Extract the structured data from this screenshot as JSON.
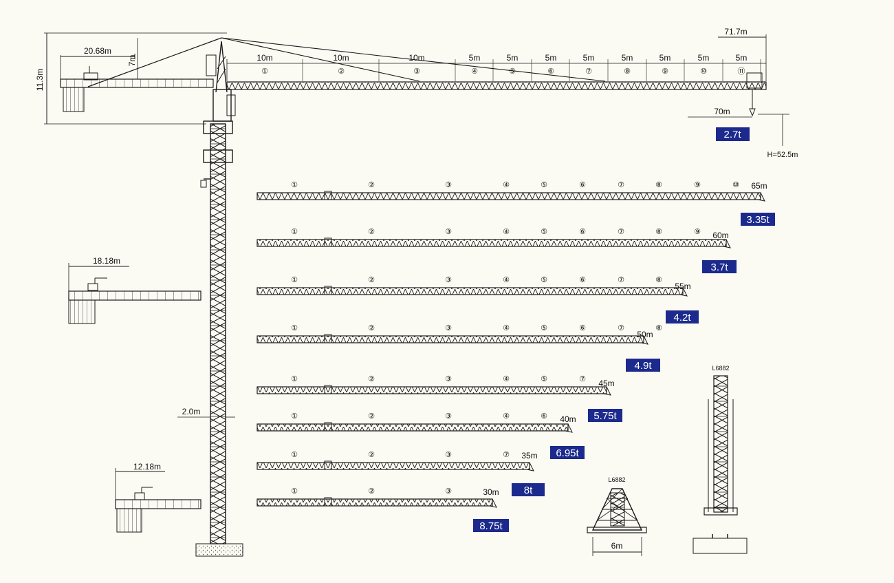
{
  "colors": {
    "background": "#fbfaf3",
    "line": "#1a1a1a",
    "badge": "#1b2a8c",
    "badge_text": "#ffffff"
  },
  "top_crane": {
    "height_label": "11.3m",
    "counter_jib_label": "20.68m",
    "tower_head_label": "7m",
    "max_jib_label": "71.7m",
    "segment_lengths": [
      "10m",
      "10m",
      "10m",
      "5m",
      "5m",
      "5m",
      "5m",
      "5m",
      "5m",
      "5m",
      "5m"
    ],
    "segment_numbers": [
      "①",
      "②",
      "③",
      "④",
      "⑤",
      "⑥",
      "⑦",
      "⑧",
      "⑨",
      "⑩",
      "⑪"
    ],
    "radius_label": "70m",
    "capacity": "2.7t",
    "hook_height_label": "H=52.5m"
  },
  "jib_configs": [
    {
      "length": "65m",
      "capacity": "3.35t",
      "segments": [
        "①",
        "②",
        "③",
        "④",
        "⑤",
        "⑥",
        "⑦",
        "⑧",
        "⑨",
        "⑩"
      ]
    },
    {
      "length": "60m",
      "capacity": "3.7t",
      "segments": [
        "①",
        "②",
        "③",
        "④",
        "⑤",
        "⑥",
        "⑦",
        "⑧",
        "⑨"
      ]
    },
    {
      "length": "55m",
      "capacity": "4.2t",
      "segments": [
        "①",
        "②",
        "③",
        "④",
        "⑤",
        "⑥",
        "⑦",
        "⑧"
      ]
    },
    {
      "length": "50m",
      "capacity": "4.9t",
      "segments": [
        "①",
        "②",
        "③",
        "④",
        "⑤",
        "⑥",
        "⑦",
        "⑧"
      ]
    },
    {
      "length": "45m",
      "capacity": "5.75t",
      "segments": [
        "①",
        "②",
        "③",
        "④",
        "⑤",
        "⑦"
      ]
    },
    {
      "length": "40m",
      "capacity": "6.95t",
      "segments": [
        "①",
        "②",
        "③",
        "④",
        "⑥"
      ]
    },
    {
      "length": "35m",
      "capacity": "8t",
      "segments": [
        "①",
        "②",
        "③",
        "⑦"
      ]
    },
    {
      "length": "30m",
      "capacity": "8.75t",
      "segments": [
        "①",
        "②",
        "③"
      ]
    }
  ],
  "counter_jibs": [
    {
      "label": "18.18m"
    },
    {
      "label": "12.18m"
    }
  ],
  "tower_width_label": "2.0m",
  "detail_views": {
    "front_view_label": "L6882",
    "base_width_label": "6m",
    "side_view_label": "L6882"
  }
}
